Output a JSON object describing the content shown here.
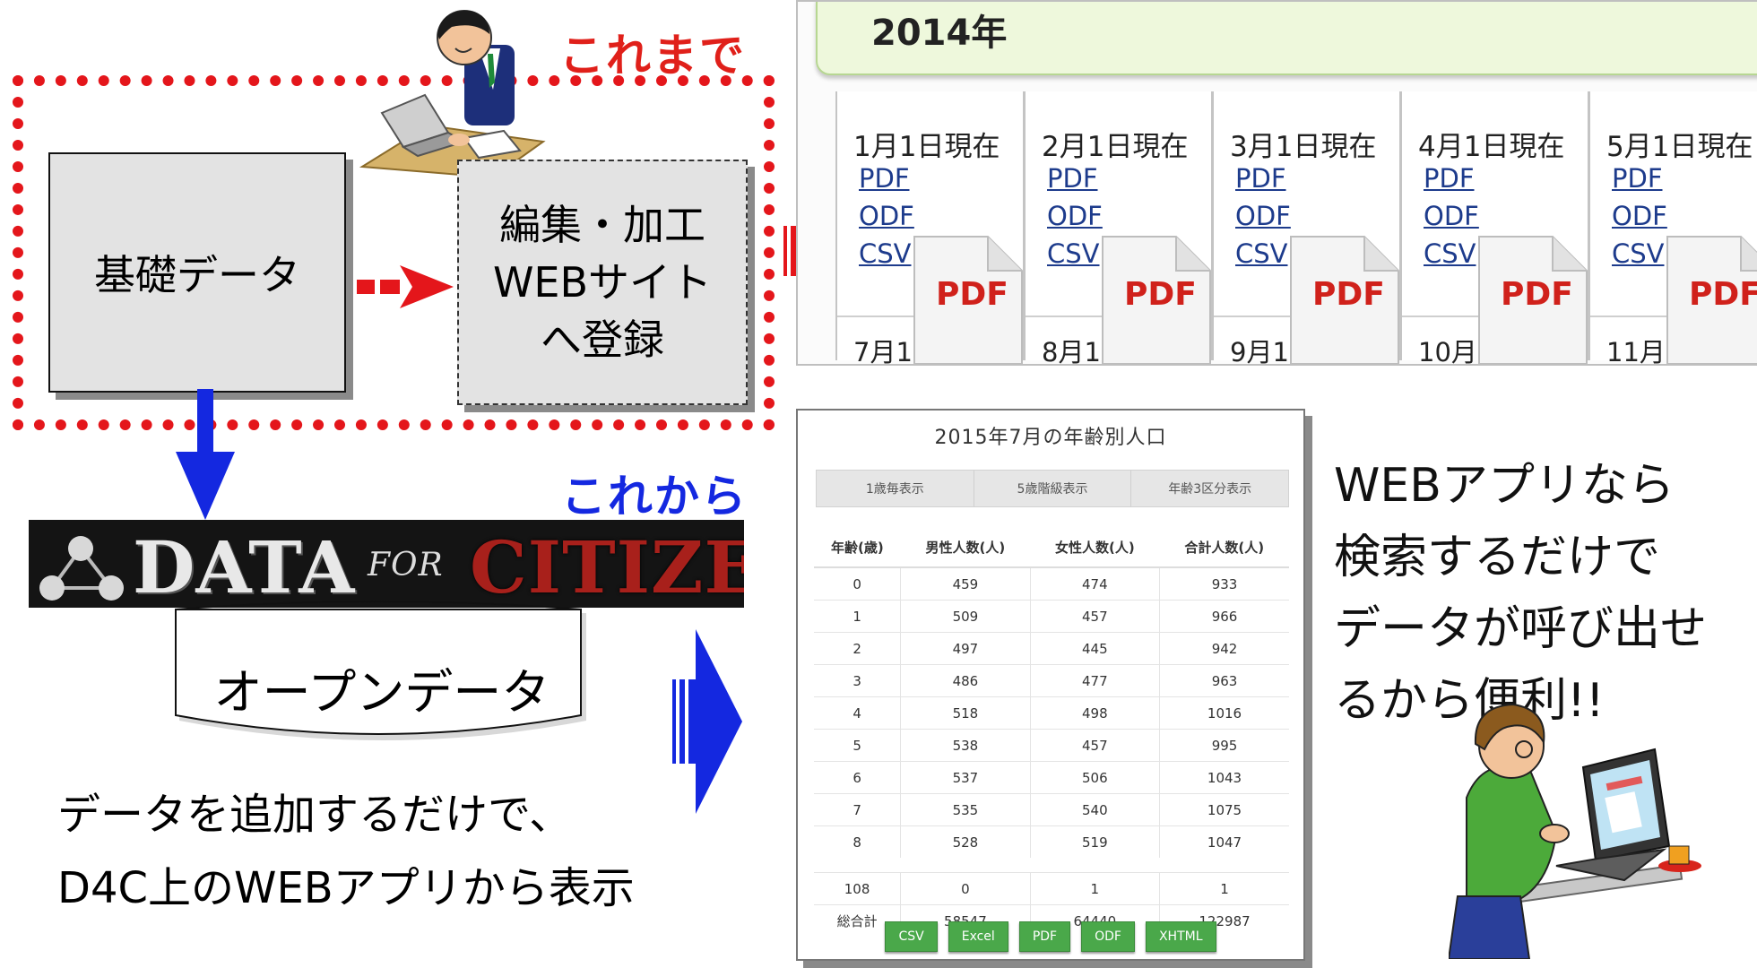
{
  "past": {
    "heading": "これまで",
    "base_label": "基礎データ",
    "edit_lines": [
      "編集・加工",
      "WEBサイト",
      "へ登録"
    ]
  },
  "future": {
    "heading": "これから",
    "logo_words": [
      "DATA",
      "FOR",
      "CITIZEN"
    ],
    "db_label": "オープンデータ",
    "desc_lines": [
      "データを追加するだけで、",
      "D4C上のWEBアプリから表示"
    ]
  },
  "calendar": {
    "year": "2014年",
    "columns": [
      {
        "date": "1月1日現在",
        "next": "7月1"
      },
      {
        "date": "2月1日現在",
        "next": "8月1日"
      },
      {
        "date": "3月1日現在",
        "next": "9月1"
      },
      {
        "date": "4月1日現在",
        "next": "10月1"
      },
      {
        "date": "5月1日現在",
        "next": "11月"
      }
    ],
    "links": [
      "PDF",
      "ODF",
      "CSV"
    ],
    "pdf_icon_label": "PDF"
  },
  "population_table": {
    "title": "2015年7月の年齢別人口",
    "tabs": [
      "1歳毎表示",
      "5歳階級表示",
      "年齢3区分表示"
    ],
    "headers": [
      "年齢(歳)",
      "男性人数(人)",
      "女性人数(人)",
      "合計人数(人)"
    ],
    "rows": [
      [
        "0",
        "459",
        "474",
        "933"
      ],
      [
        "1",
        "509",
        "457",
        "966"
      ],
      [
        "2",
        "497",
        "445",
        "942"
      ],
      [
        "3",
        "486",
        "477",
        "963"
      ],
      [
        "4",
        "518",
        "498",
        "1016"
      ],
      [
        "5",
        "538",
        "457",
        "995"
      ],
      [
        "6",
        "537",
        "506",
        "1043"
      ],
      [
        "7",
        "535",
        "540",
        "1075"
      ],
      [
        "8",
        "528",
        "519",
        "1047"
      ]
    ],
    "tail_rows": [
      [
        "108",
        "0",
        "1",
        "1"
      ],
      [
        "総合計",
        "58547",
        "64440",
        "122987"
      ]
    ],
    "buttons": [
      "CSV",
      "Excel",
      "PDF",
      "ODF",
      "XHTML"
    ]
  },
  "web_app_text": [
    "WEBアプリなら",
    "検索するだけで",
    "データが呼び出せ",
    "るから便利!!"
  ],
  "colors": {
    "red": "#e4161b",
    "blue": "#1428e0",
    "button_green": "#4aa84a"
  }
}
